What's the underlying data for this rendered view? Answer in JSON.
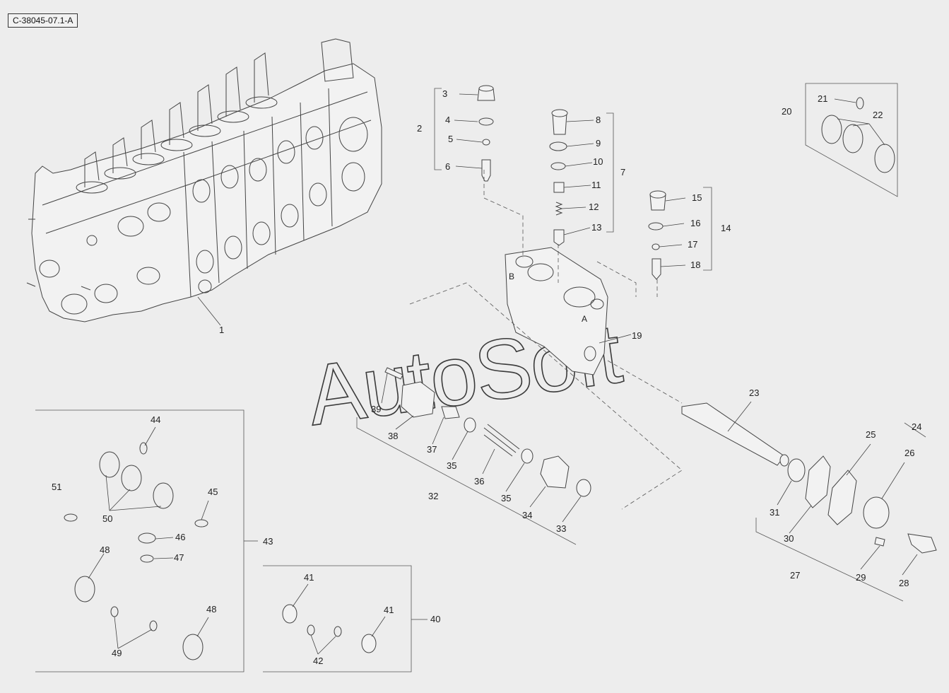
{
  "reference_code": "C-38045-07.1-A",
  "watermark": "AutoSoft",
  "callouts": [
    "1",
    "2",
    "3",
    "4",
    "5",
    "6",
    "7",
    "8",
    "9",
    "10",
    "11",
    "12",
    "13",
    "14",
    "15",
    "16",
    "17",
    "18",
    "19",
    "20",
    "21",
    "22",
    "23",
    "24",
    "25",
    "26",
    "27",
    "28",
    "29",
    "30",
    "31",
    "32",
    "33",
    "34",
    "35",
    "35",
    "36",
    "37",
    "38",
    "39",
    "40",
    "41",
    "41",
    "42",
    "43",
    "44",
    "45",
    "46",
    "47",
    "48",
    "48",
    "49",
    "50",
    "51"
  ]
}
